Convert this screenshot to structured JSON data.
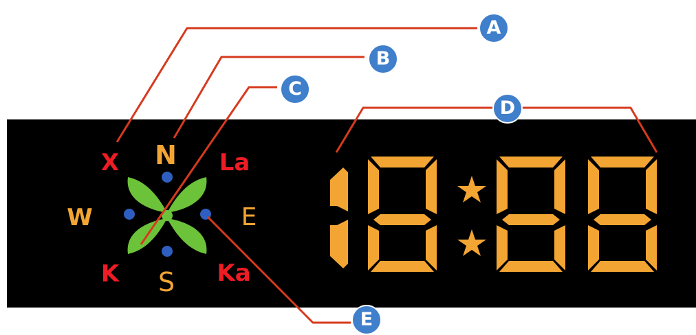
{
  "compass": {
    "north": "N",
    "south": "S",
    "east": "E",
    "west": "W",
    "top_left": "X",
    "top_right": "La",
    "bottom_left": "K",
    "bottom_right": "Ka"
  },
  "clock": {
    "digits": "18:88"
  },
  "callouts": [
    "A",
    "B",
    "C",
    "D",
    "E"
  ],
  "colors": {
    "panel": "#000000",
    "leader_line": "#d63a1e",
    "badge": "#3f7fcb",
    "segment": "#f3a533",
    "letter_red": "#ee1c24",
    "letter_orange": "#f3a533",
    "leaf": "#6cc33a",
    "dot": "#2e5fc0"
  }
}
